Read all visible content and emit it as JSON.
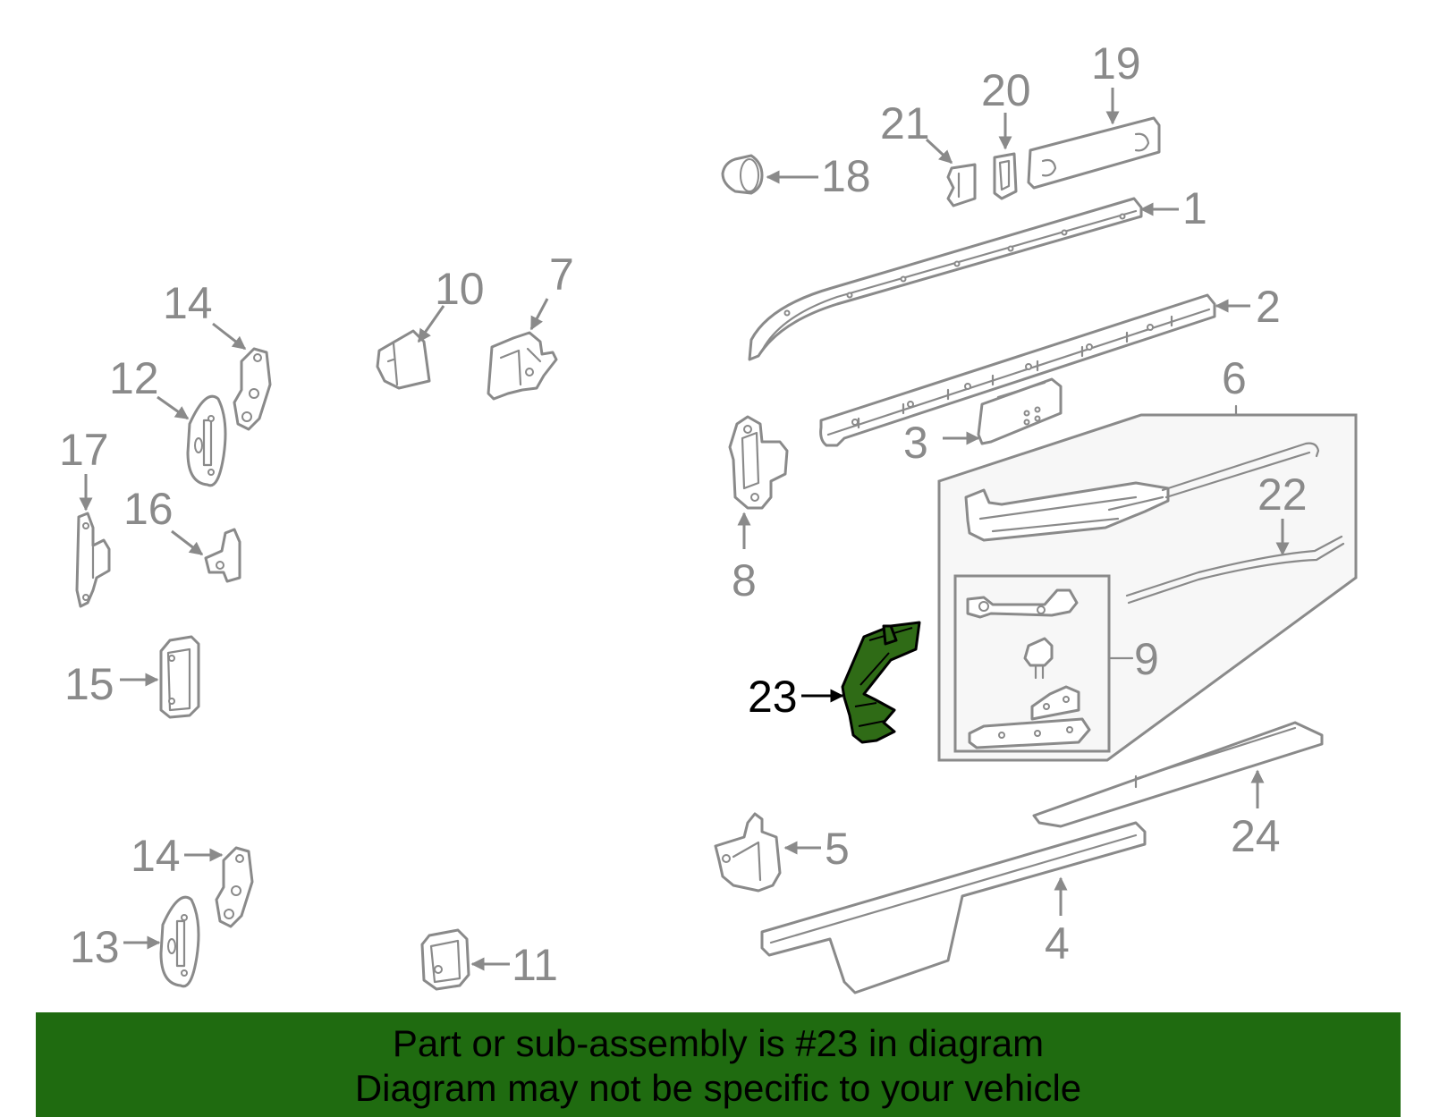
{
  "colors": {
    "line": "#8a8a8a",
    "highlight_fill": "#2f6b16",
    "banner": "#1f6b10",
    "background": "#ffffff",
    "text_highlight": "#000000"
  },
  "highlighted_part": "23",
  "callouts": {
    "c1": "1",
    "c2": "2",
    "c3": "3",
    "c4": "4",
    "c5": "5",
    "c6": "6",
    "c7": "7",
    "c8": "8",
    "c9": "9",
    "c10": "10",
    "c11": "11",
    "c12": "12",
    "c13": "13",
    "c14a": "14",
    "c14b": "14",
    "c15": "15",
    "c16": "16",
    "c17": "17",
    "c18": "18",
    "c19": "19",
    "c20": "20",
    "c21": "21",
    "c22": "22",
    "c23": "23",
    "c24": "24"
  },
  "banner": {
    "line1": "Part or sub-assembly is #23 in diagram",
    "line2": "Diagram may not be specific to your vehicle"
  }
}
